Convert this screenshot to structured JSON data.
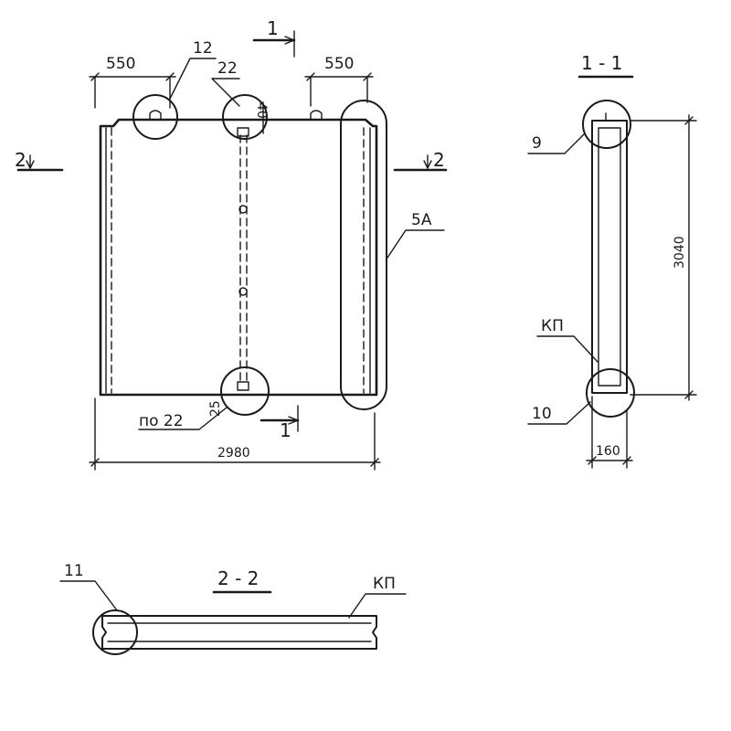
{
  "drawing": {
    "front_view": {
      "dim_left": "550",
      "dim_right": "550",
      "dim_width": "2980",
      "dim_small_top": "40",
      "dim_small_bottom": "25",
      "callout_12": "12",
      "callout_22": "22",
      "callout_22_bottom": "по 22",
      "callout_5a": "5А"
    },
    "section_marks": {
      "cut1_label": "1",
      "cut2_label": "2"
    },
    "section_1_1": {
      "title": "1 - 1",
      "callout_9": "9",
      "callout_kp": "КП",
      "callout_10": "10",
      "dim_height": "3040",
      "dim_thickness": "160"
    },
    "section_2_2": {
      "title": "2 - 2",
      "callout_11": "11",
      "callout_kp": "КП"
    }
  }
}
